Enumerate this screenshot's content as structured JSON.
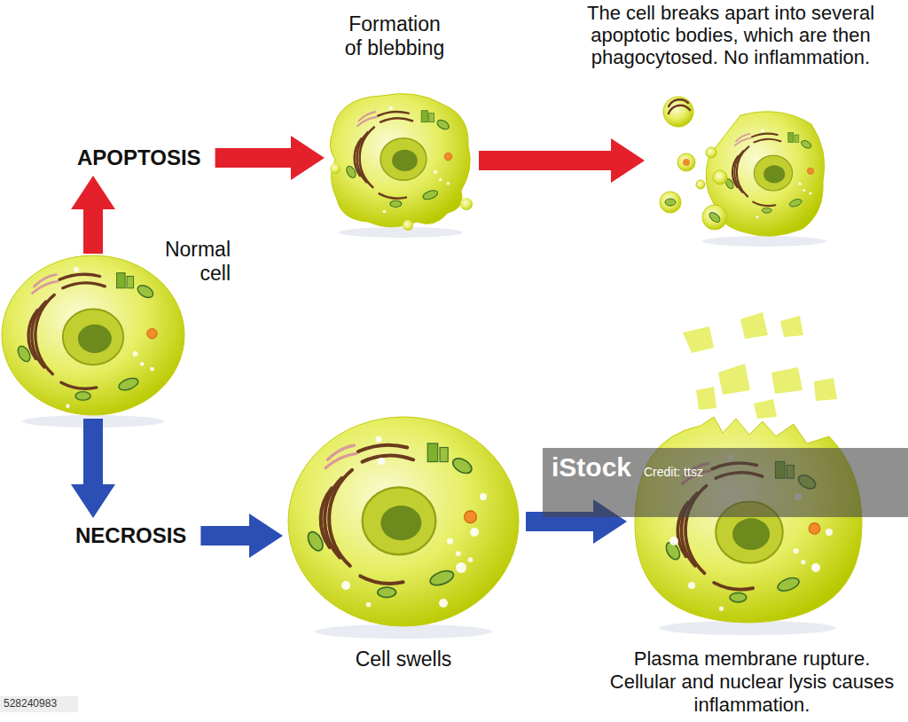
{
  "diagram": {
    "nodes": [
      {
        "text": [
          "Normal cell"
        ]
      },
      {
        "text": [
          "Formation of blebbing"
        ]
      },
      {
        "text": [
          "The cell breaks apart into several apoptotic bodies, which are then phagocytosed. No inflammation."
        ]
      },
      {
        "text": [
          "Cell swells"
        ]
      },
      {
        "text": [
          "Plasma membrane rupture. Cellular and nuclear lysis causes inflammation."
        ]
      }
    ],
    "edges": [
      {
        "from": 0,
        "to": 1,
        "label": "APOPTOSIS",
        "arrow": "to"
      },
      {
        "from": 1,
        "to": 2,
        "arrow": "to"
      },
      {
        "from": 0,
        "to": 3,
        "label": "NECROSIS",
        "arrow": "to"
      },
      {
        "from": 3,
        "to": 4,
        "arrow": "to"
      }
    ],
    "labels": [
      "iStock",
      "Credit: ttsz",
      "528240983"
    ]
  }
}
